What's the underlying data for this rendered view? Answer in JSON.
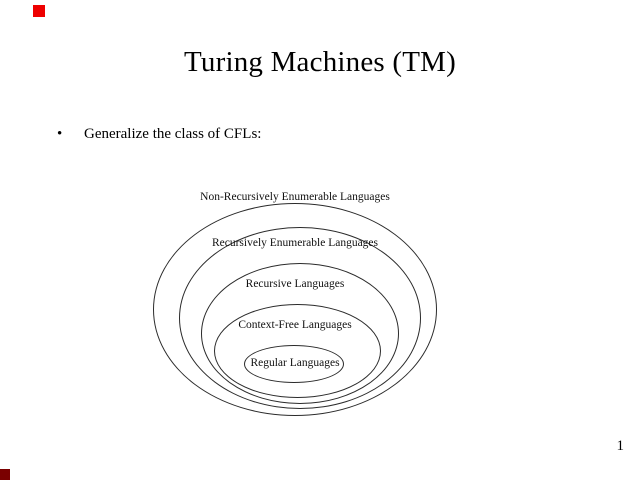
{
  "slide": {
    "title": "Turing Machines (TM)",
    "bullet_glyph": "•",
    "bullet": "Generalize the class of CFLs:",
    "page_number": "1"
  },
  "diagram": {
    "non_re": "Non-Recursively Enumerable Languages",
    "re": "Recursively Enumerable Languages",
    "recursive": "Recursive Languages",
    "cfl": "Context-Free Languages",
    "regular": "Regular Languages"
  },
  "colors": {
    "marker_top": "#ee0000",
    "marker_bottom": "#7a0000",
    "ellipse_stroke": "#2b2b2b",
    "text": "#000000"
  }
}
